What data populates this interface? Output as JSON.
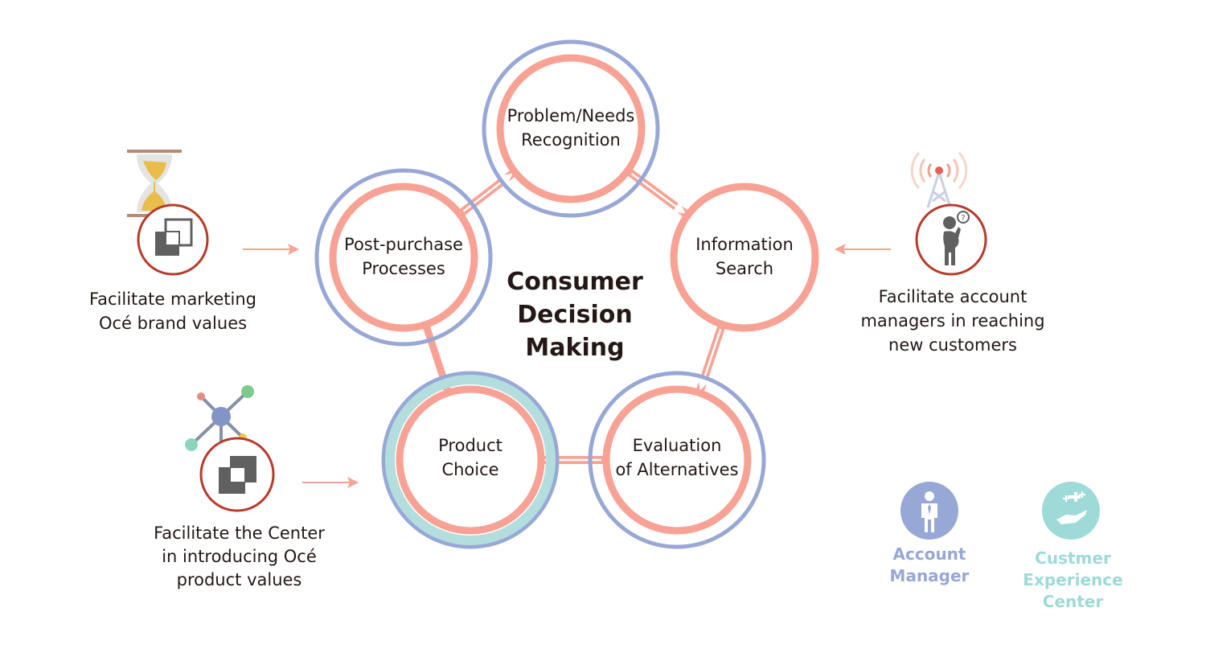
{
  "diagram": {
    "title": "Consumer\nDecision\nMaking",
    "colors": {
      "pink_ring": "#F7A294",
      "blue_ring": "#98A8D6",
      "teal_ring": "#B3DEDD",
      "red_badge": "#B93A2A",
      "icon_gray": "#606060",
      "arrow": "#F7A294",
      "text": "#231815",
      "account_manager": "#98A8D6",
      "experience_center": "#9DDAD8"
    },
    "stages": [
      {
        "id": "problem",
        "label": "Problem/Needs\nRecognition",
        "rings": [
          "blue",
          "pink"
        ]
      },
      {
        "id": "information",
        "label": "Information\nSearch",
        "rings": [
          "pink"
        ]
      },
      {
        "id": "evaluation",
        "label": "Evaluation\nof Alternatives",
        "rings": [
          "blue",
          "pink"
        ]
      },
      {
        "id": "product",
        "label": "Product\nChoice",
        "rings": [
          "blue",
          "teal",
          "pink"
        ]
      },
      {
        "id": "postpurchase",
        "label": "Post-purchase\nProcesses",
        "rings": [
          "blue",
          "pink"
        ]
      }
    ],
    "flows": [
      {
        "from": "postpurchase",
        "to": "problem",
        "style": "double-arrow"
      },
      {
        "from": "problem",
        "to": "information",
        "style": "double-arrow"
      },
      {
        "from": "information",
        "to": "evaluation",
        "style": "double-arrow"
      },
      {
        "from": "evaluation",
        "to": "product",
        "style": "double-arrow"
      },
      {
        "from": "product",
        "to": "postpurchase",
        "style": "solid-bar"
      }
    ],
    "facilitators": [
      {
        "id": "marketing",
        "icon": "hourglass-icon",
        "badge_icon": "overlapping-squares-icon",
        "label": "Facilitate marketing\nOcé brand values",
        "targets": "postpurchase"
      },
      {
        "id": "account",
        "icon": "signal-tower-icon",
        "badge_icon": "thinking-person-icon",
        "label": "Facilitate account\nmanagers in reaching\nnew customers",
        "targets": "information"
      },
      {
        "id": "center",
        "icon": "network-nodes-icon",
        "badge_icon": "interlocking-squares-icon",
        "label": "Facilitate the Center\nin introducing Océ\nproduct values",
        "targets": "product"
      }
    ],
    "legend": [
      {
        "id": "account_manager",
        "icon": "businessman-icon",
        "label": "Account\nManager"
      },
      {
        "id": "experience_center",
        "icon": "hand-sparkle-icon",
        "label": "Custmer\nExperience\nCenter"
      }
    ]
  }
}
